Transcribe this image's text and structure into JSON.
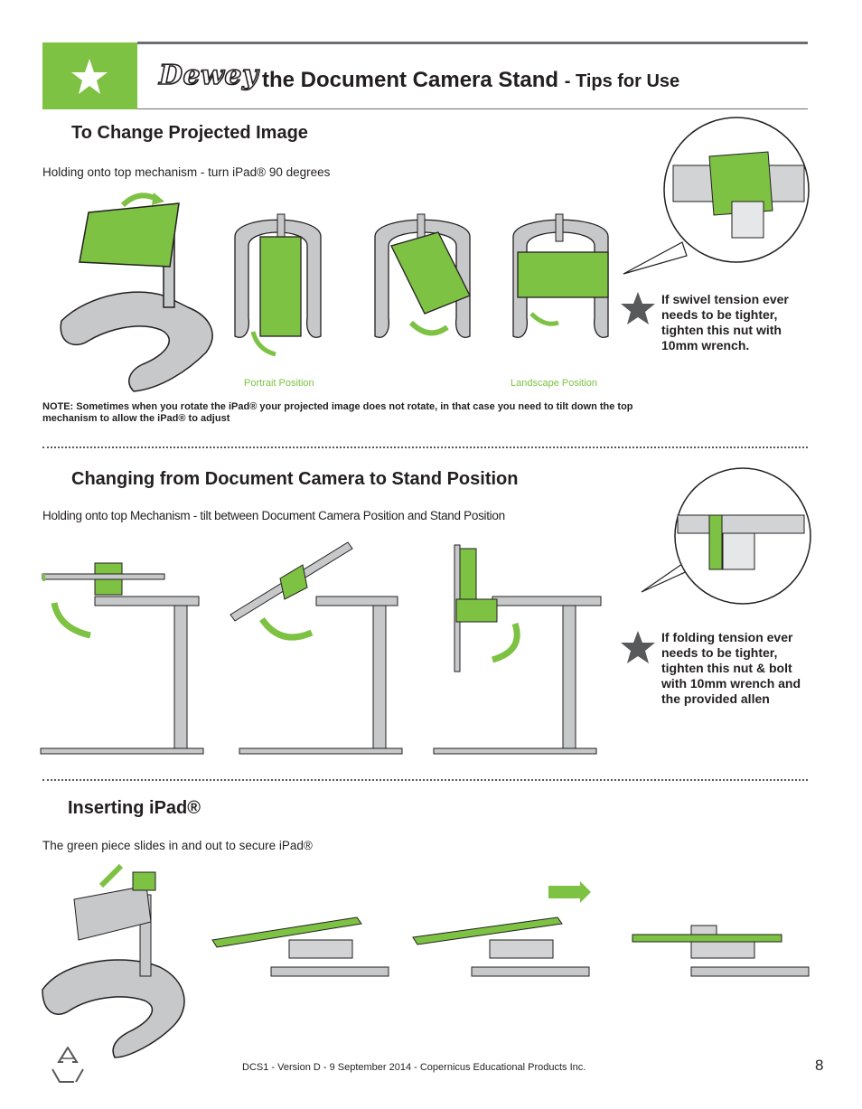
{
  "header": {
    "brand": "Dewey",
    "title": "the Document Camera Stand",
    "subtitle": "- Tips for Use"
  },
  "section1": {
    "heading": "To Change Projected Image",
    "instruction": "Holding onto top mechanism - turn iPad® 90 degrees",
    "portrait_label": "Portrait Position",
    "landscape_label": "Landscape Position",
    "tip": "If swivel tension ever needs to be tighter, tighten this nut with 10mm wrench.",
    "note": "NOTE: Sometimes when you rotate the iPad® your projected image does not rotate, in that case you need to tilt down the top mechanism to allow the iPad® to adjust"
  },
  "section2": {
    "heading": "Changing from Document Camera to Stand Position",
    "instruction": "Holding onto top Mechanism - tilt between Document Camera Position and Stand Position",
    "tip": "If folding tension ever needs to be tighter, tighten this nut & bolt with 10mm wrench and the provided allen"
  },
  "section3": {
    "heading": "Inserting iPad®",
    "instruction": "The green piece slides in and out to secure iPad®"
  },
  "footer": {
    "text": "DCS1 - Version D - 9 September 2014 - Copernicus Educational Products Inc.",
    "page": "8"
  },
  "icons": [
    "star-icon",
    "recycle-icon",
    "rotate-arrow-icon"
  ],
  "colors": {
    "accent_green": "#7dc243",
    "stand_gray": "#c7c8ca",
    "dark_gray": "#58595b"
  }
}
